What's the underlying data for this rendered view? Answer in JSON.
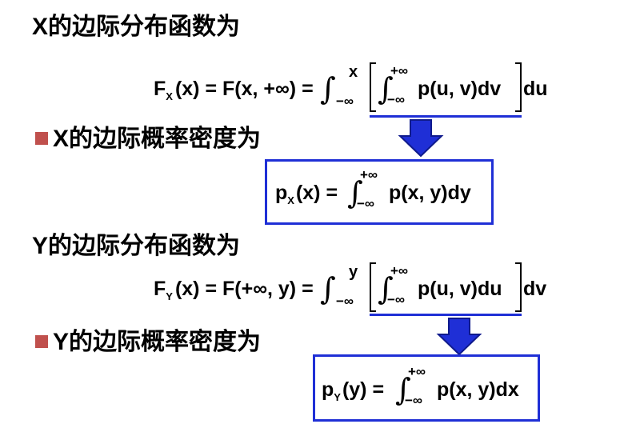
{
  "headings": {
    "x_cdf": "X的边际分布函数为",
    "x_pdf": "X的边际概率密度为",
    "y_cdf": "Y的边际分布函数为",
    "y_pdf": "Y的边际概率密度为"
  },
  "formulas": {
    "fx": {
      "lhs": "F",
      "lhs_sub": "X",
      "lhs_arg": "(x) = F(x, +∞) =",
      "outer_upper": "x",
      "outer_lower": "−∞",
      "inner_upper": "+∞",
      "inner_lower": "−∞",
      "integrand": "p(u, v)dv",
      "outer_d": "du"
    },
    "px": {
      "lhs": "p",
      "lhs_sub": "X",
      "lhs_arg": "(x) =",
      "upper": "+∞",
      "lower": "−∞",
      "integrand": "p(x, y)dy"
    },
    "fy": {
      "lhs": "F",
      "lhs_sub": "Y",
      "lhs_arg": "(x) = F(+∞, y) =",
      "outer_upper": "y",
      "outer_lower": "−∞",
      "inner_upper": "+∞",
      "inner_lower": "−∞",
      "integrand": "p(u, v)du",
      "outer_d": "dv"
    },
    "py": {
      "lhs": "p",
      "lhs_sub": "Y",
      "lhs_arg": "(y) =",
      "upper": "+∞",
      "lower": "−∞",
      "integrand": "p(x, y)dx"
    }
  },
  "colors": {
    "bullet": "#c0504d",
    "accent_blue": "#1f2fd6"
  }
}
